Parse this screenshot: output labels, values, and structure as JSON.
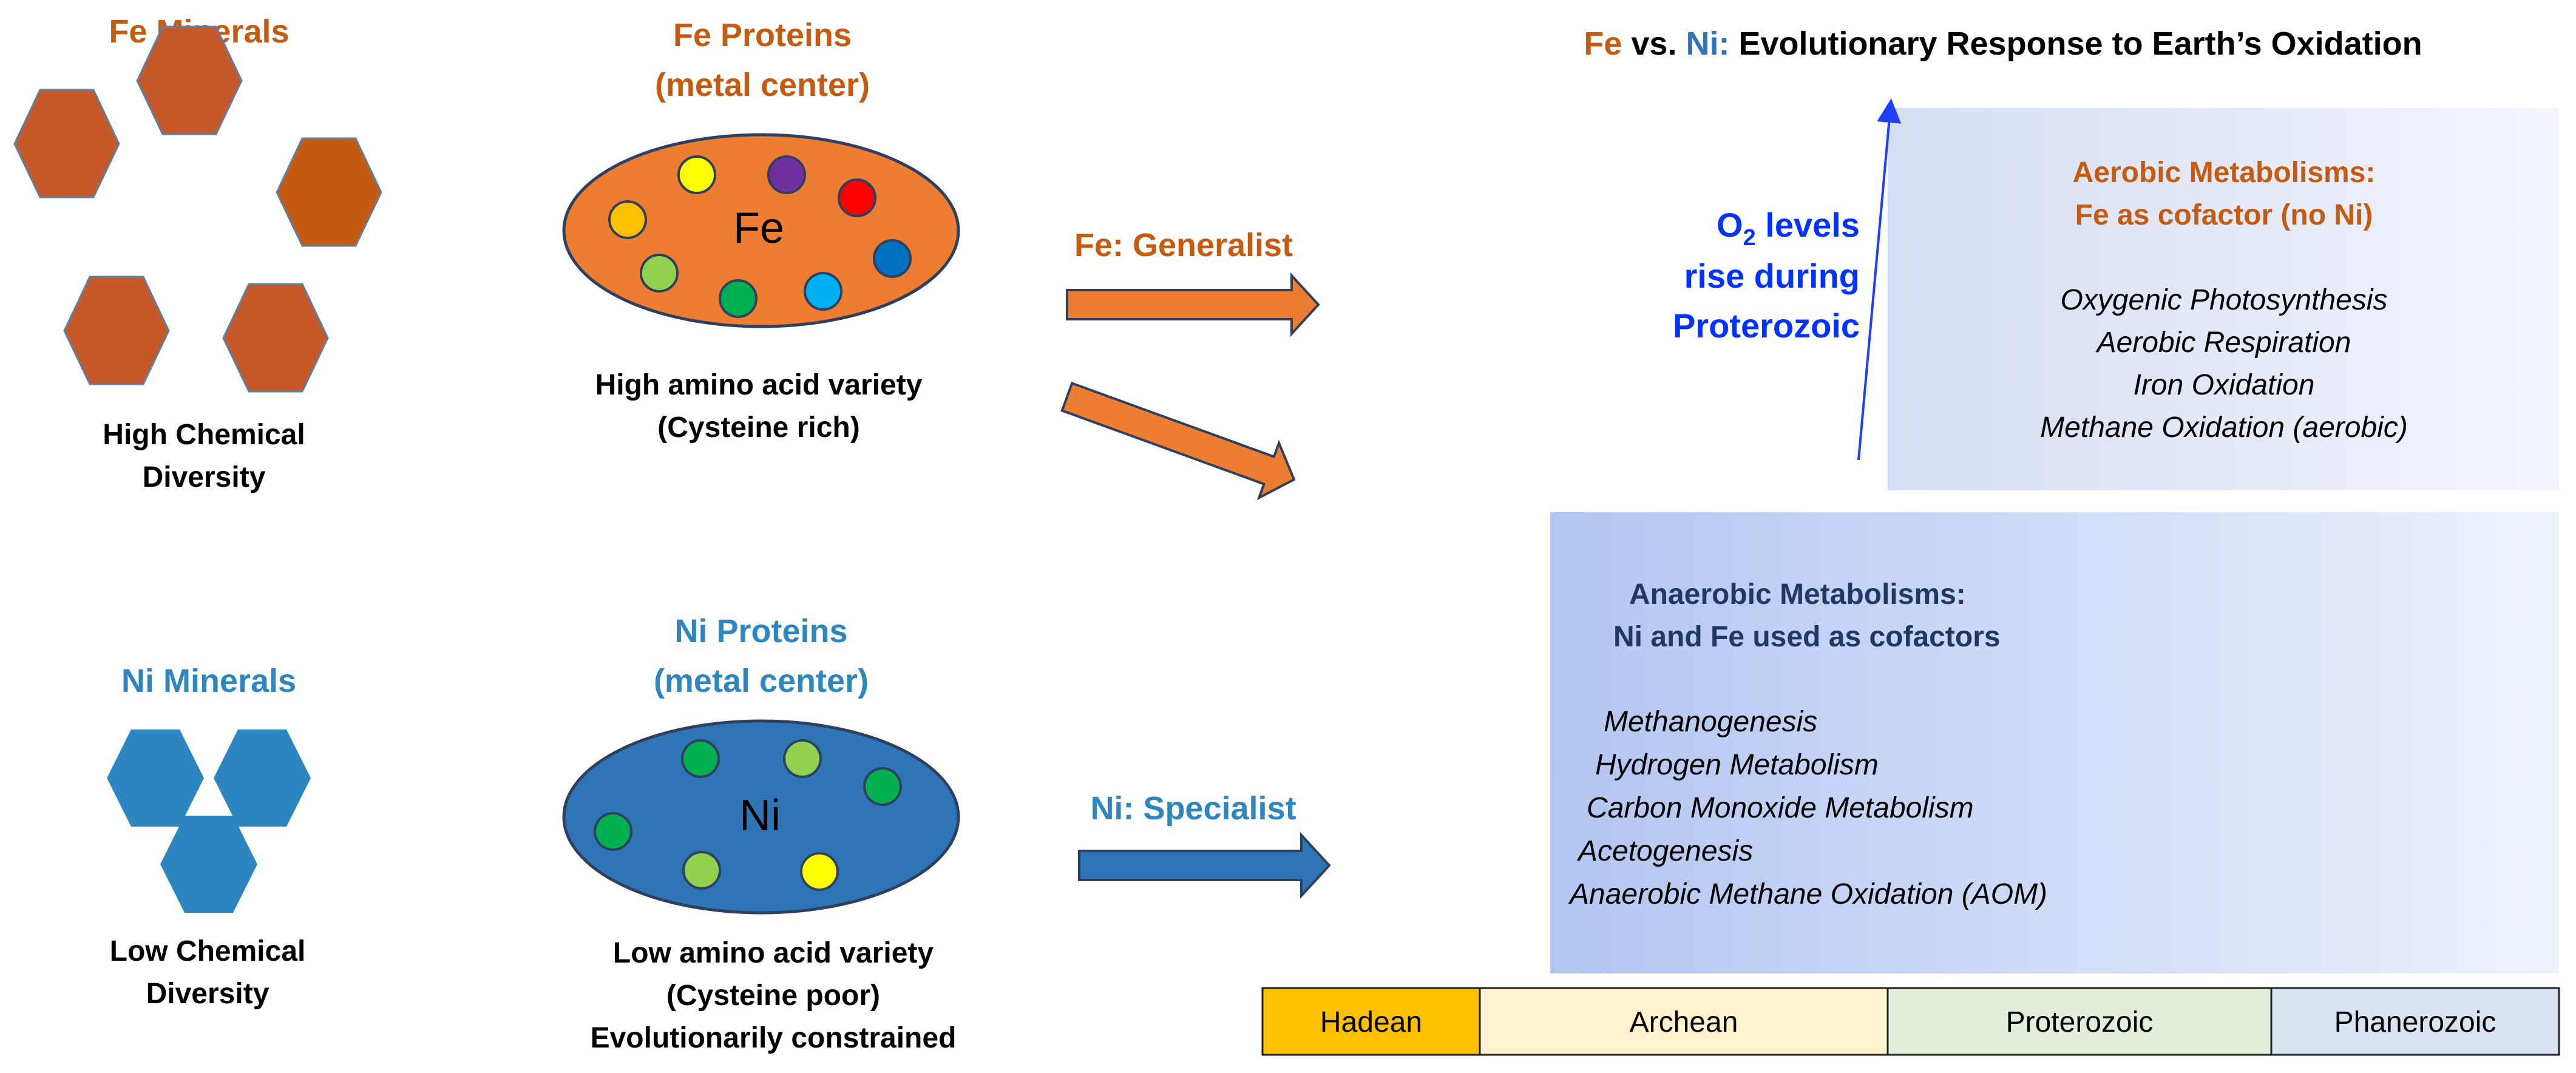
{
  "colors": {
    "fe": "#C55A11",
    "ni": "#2E75B6",
    "blue_text": "#0033FF",
    "fe_hex": "#C5592A",
    "fe_hex_dark": "#C55A11",
    "ni_hex": "#2E86C1",
    "fe_oval": "#ED7D31",
    "ni_oval": "#2E75B6",
    "anaerobic_title": "#203864",
    "hadean": "#FFC000",
    "archean": "#FFF2CC",
    "proterozoic": "#E2EFDA",
    "phanerozoic": "#DAE3F3"
  },
  "fe_minerals": {
    "title": "Fe Minerals",
    "caption_line1": "High Chemical",
    "caption_line2": "Diversity"
  },
  "fe_proteins": {
    "title_line1": "Fe Proteins",
    "title_line2": "(metal center)",
    "center_label": "Fe",
    "caption_line1": "High amino acid variety",
    "caption_line2": "(Cysteine rich)",
    "residue_colors": [
      "#FFC000",
      "#FFFF00",
      "#7030A0",
      "#FF0000",
      "#92D050",
      "#00B050",
      "#00B0F0",
      "#0070C0"
    ]
  },
  "ni_minerals": {
    "title": "Ni Minerals",
    "caption_line1": "Low Chemical",
    "caption_line2": "Diversity"
  },
  "ni_proteins": {
    "title_line1": "Ni Proteins",
    "title_line2": "(metal center)",
    "center_label": "Ni",
    "caption_line1": "Low amino acid variety",
    "caption_line2": "(Cysteine poor)",
    "caption_line3": "Evolutionarily constrained",
    "residue_colors": [
      "#00B050",
      "#92D050",
      "#00B050",
      "#00B050",
      "#92D050",
      "#FFFF00"
    ]
  },
  "arrows": {
    "fe_label": "Fe: Generalist",
    "ni_label": "Ni: Specialist"
  },
  "main_title": {
    "fe": "Fe",
    "vs": " vs. ",
    "ni": "Ni:",
    "rest": " Evolutionary Response to Earth’s Oxidation"
  },
  "o2_label": {
    "line1_main": "O",
    "line1_sub": "2",
    "line1_rest": " levels",
    "line2": "rise during",
    "line3": "Proterozoic"
  },
  "aerobic": {
    "title_line1": "Aerobic Metabolisms:",
    "title_line2": "Fe as cofactor (no Ni)",
    "items": [
      "Oxygenic Photosynthesis",
      "Aerobic Respiration",
      "Iron Oxidation",
      "Methane Oxidation (aerobic)"
    ]
  },
  "anaerobic": {
    "title_line1": "Anaerobic Metabolisms:",
    "title_line2": "Ni and Fe used as cofactors",
    "items": [
      "Methanogenesis",
      "Hydrogen Metabolism",
      "Carbon Monoxide Metabolism",
      "Acetogenesis",
      "Anaerobic Methane Oxidation (AOM)"
    ]
  },
  "timeline": [
    "Hadean",
    "Archean",
    "Proterozoic",
    "Phanerozoic"
  ]
}
